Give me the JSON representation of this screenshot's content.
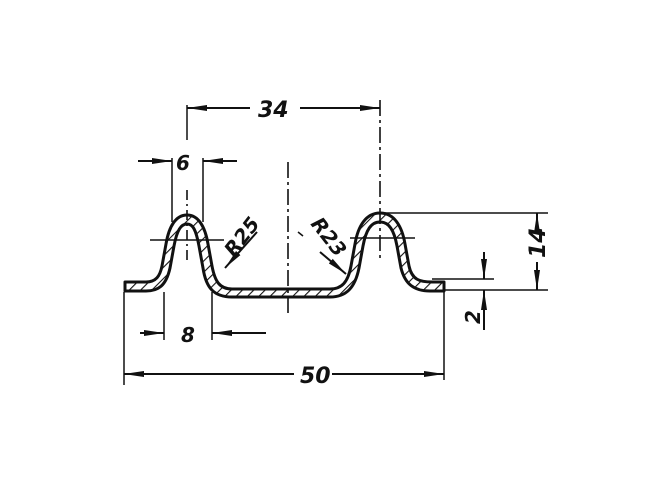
{
  "drawing": {
    "type": "technical-section-profile",
    "description": "Corrugated sheet-metal profile cross section with dimensions",
    "colors": {
      "ink": "#111111",
      "background": "#ffffff"
    },
    "dimensions": {
      "crest_pitch": "34",
      "crest_inner_width": "6",
      "base_gap_width": "8",
      "overall_width": "50",
      "overall_height": "14",
      "material_thickness": "2",
      "radius_left": "R25",
      "radius_right": "R23"
    }
  }
}
